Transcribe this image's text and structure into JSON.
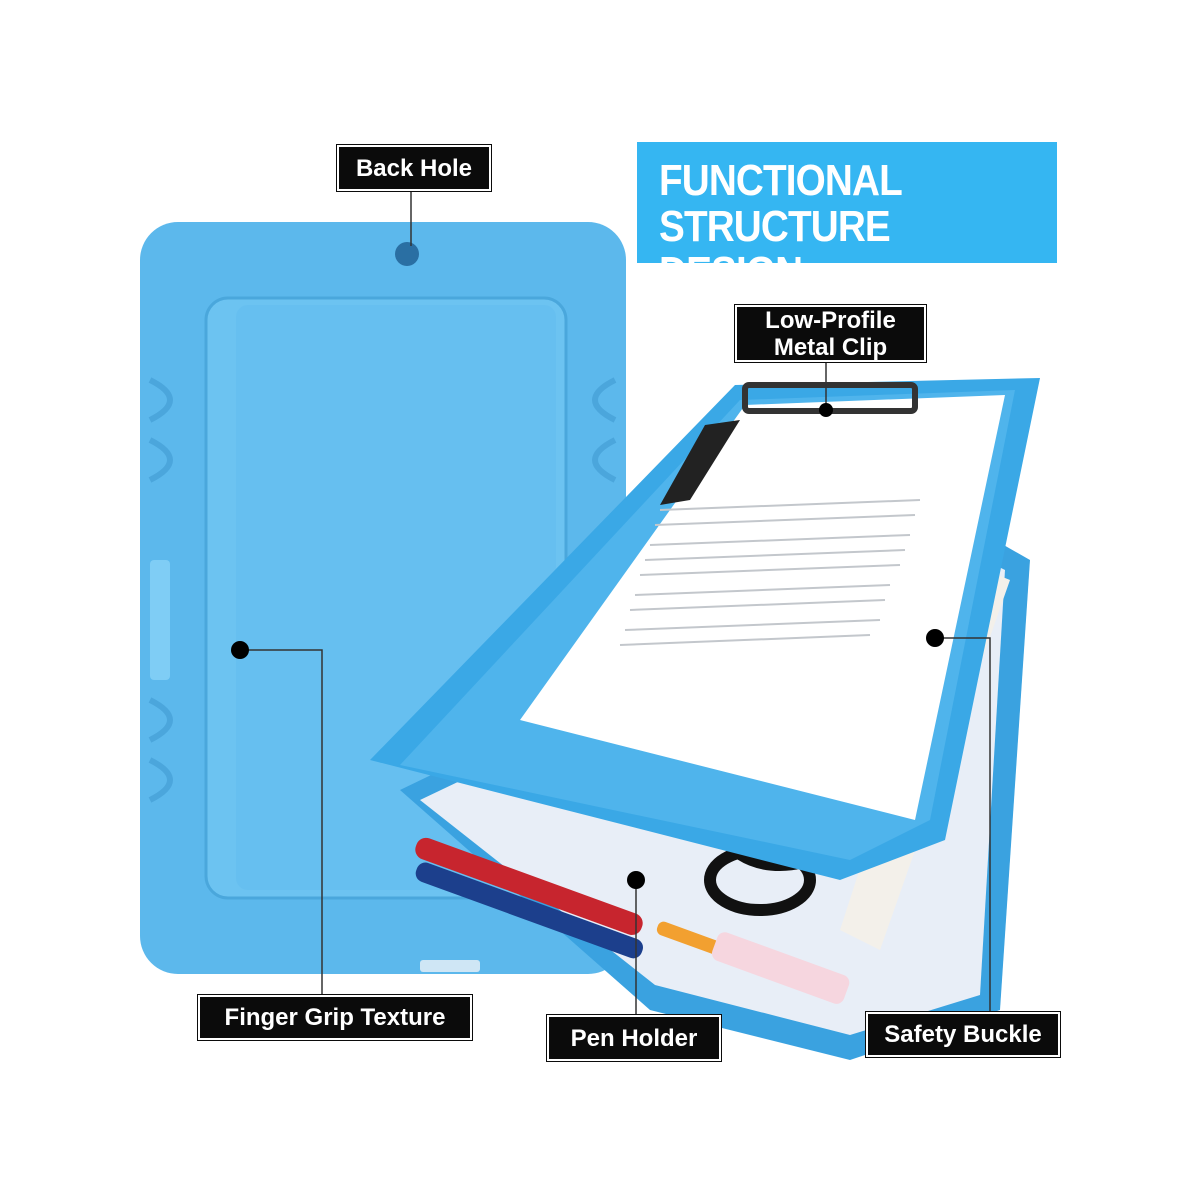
{
  "title": {
    "line1": "FUNCTIONAL",
    "line2": "STRUCTURE DESIGN"
  },
  "callouts": {
    "back_hole": "Back Hole",
    "metal_clip_1": "Low-Profile",
    "metal_clip_2": "Metal Clip",
    "finger_grip": "Finger Grip Texture",
    "pen_holder": "Pen Holder",
    "safety_buckle": "Safety Buckle"
  },
  "colors": {
    "accent": "#35b6f2",
    "clipboard": "#5cb8ec",
    "label_bg": "#0b0b0b"
  }
}
